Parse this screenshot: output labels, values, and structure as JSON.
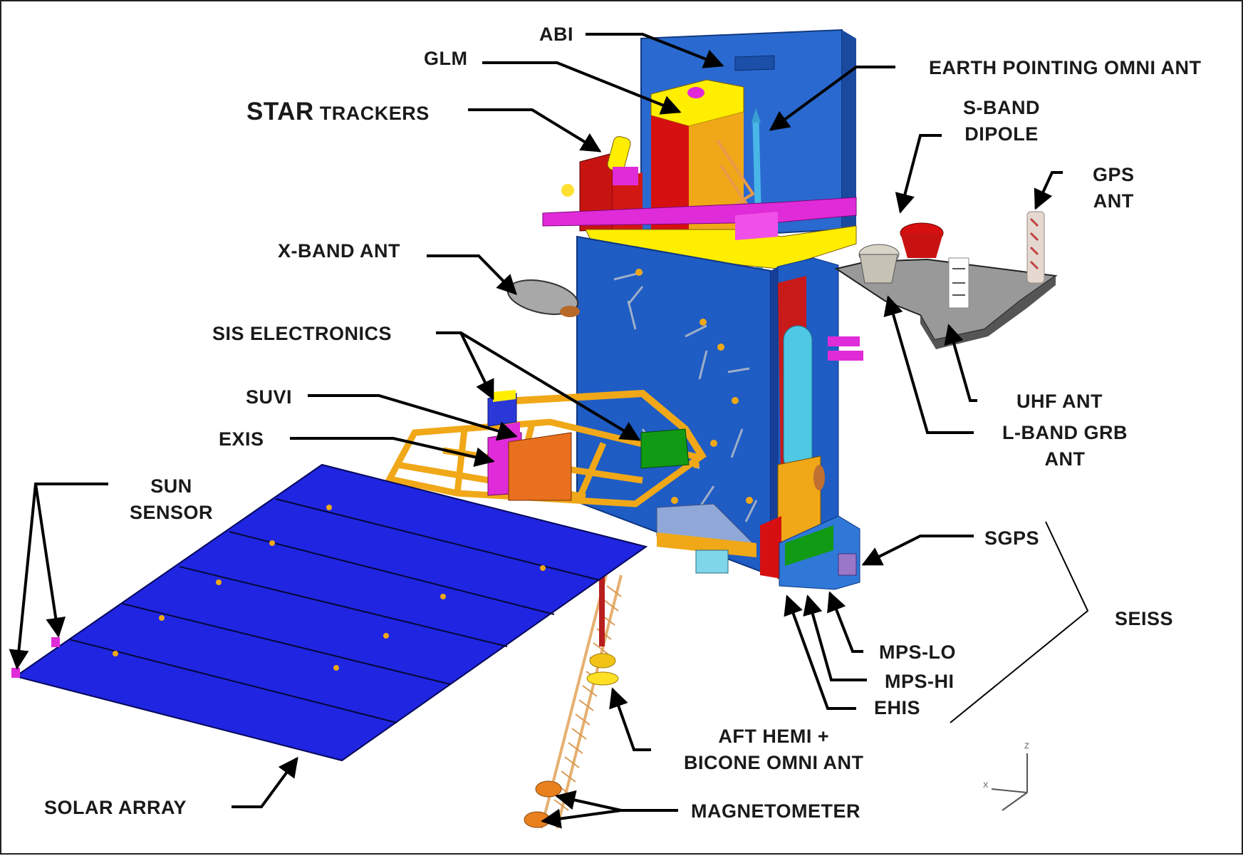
{
  "labels": {
    "abi": "ABI",
    "glm": "GLM",
    "star_big": "STAR",
    "star_rest": "TRACKERS",
    "earth_omni": "EARTH  POINTING OMNI ANT",
    "sband_1": "S-BAND",
    "sband_2": "DIPOLE",
    "gps_1": "GPS",
    "gps_2": "ANT",
    "xband": "X-BAND ANT",
    "sis": "SIS ELECTRONICS",
    "suvi": "SUVI",
    "exis": "EXIS",
    "sun_1": "SUN",
    "sun_2": "SENSOR",
    "uhf": "UHF ANT",
    "lband_1": "L-BAND GRB",
    "lband_2": "ANT",
    "sgps": "SGPS",
    "seiss": "SEISS",
    "mps_lo": "MPS-LO",
    "mps_hi": "MPS-HI",
    "ehis": "EHIS",
    "aft_1": "AFT HEMI +",
    "aft_2": "BICONE OMNI ANT",
    "solar": "SOLAR ARRAY",
    "magneto": "MAGNETOMETER",
    "axis_z": "Z",
    "axis_x": "X"
  },
  "colors": {
    "bus_blue": "#1f5cc4",
    "panel_blue": "#1f25e0",
    "gold": "#f0a818",
    "red": "#c8140f",
    "magenta": "#e02bd8",
    "yellow": "#ffee00",
    "orange": "#e8701e",
    "green": "#119a14",
    "cyan": "#5fd2ee",
    "gray": "#8a8a8a"
  }
}
